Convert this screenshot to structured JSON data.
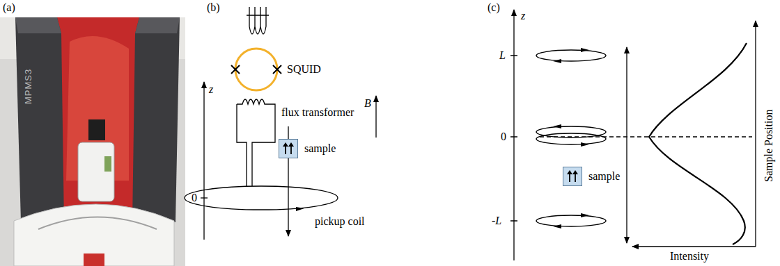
{
  "diagram": {
    "nodes": [
      {
        "text": [
          "sample"
        ]
      },
      {
        "text": [
          "sample"
        ]
      }
    ],
    "labels": [
      "(a)",
      "MPMS3",
      "(b)",
      "z",
      "SQUID",
      "flux transformer",
      "B",
      "0",
      "pickup coil",
      "(c)",
      "z",
      "L",
      "0",
      "-L",
      "Intensity",
      "Sample Position"
    ]
  }
}
